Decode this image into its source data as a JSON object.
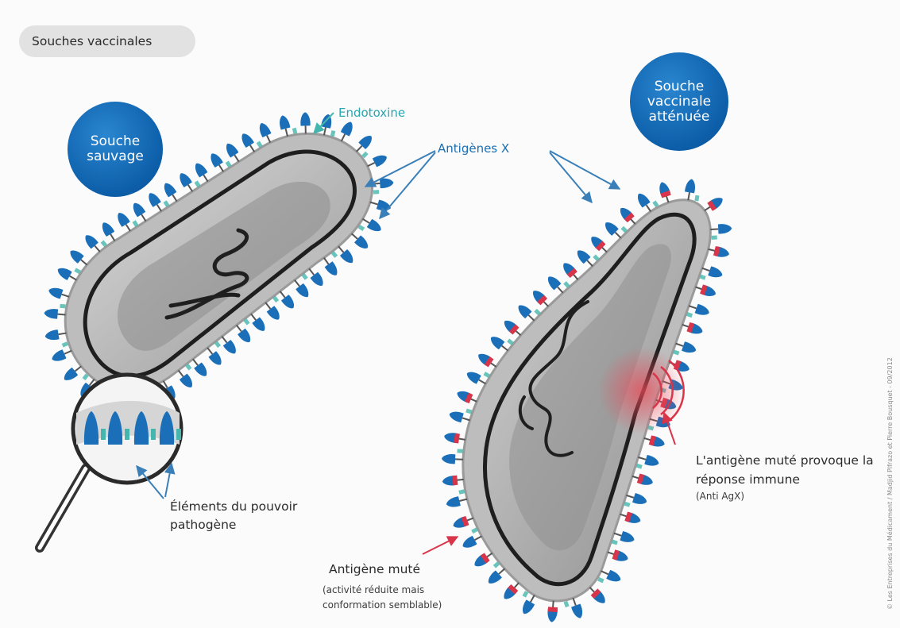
{
  "title": "Souches vaccinales",
  "badge_wild": [
    "Souche",
    "sauvage"
  ],
  "badge_attenuated": [
    "Souche",
    "vaccinale",
    "atténuée"
  ],
  "label_endotoxin": "Endotoxine",
  "label_antigens": "Antigènes X",
  "label_elements": "Éléments du pouvoir pathogène",
  "label_mutated_response": "L'antigène muté provoque la réponse immune",
  "label_mutated_response_sub": "(Anti AgX)",
  "label_mutated_antigen": "Antigène muté",
  "label_mutated_antigen_sub": "(activité réduite mais conformation semblable)",
  "credit": "© Les Entreprises du Médicament / Madjid Plfrazo et Pierre Bousquet - 09/2012",
  "colors": {
    "antigen_blue": "#1b6fb8",
    "mutated_red": "#d8344a",
    "endotoxin_teal": "#45b6ad",
    "membrane_gray": "#9e9e9e",
    "badge_blue": "#0d5ea9",
    "response_glow": "#e94a58"
  }
}
